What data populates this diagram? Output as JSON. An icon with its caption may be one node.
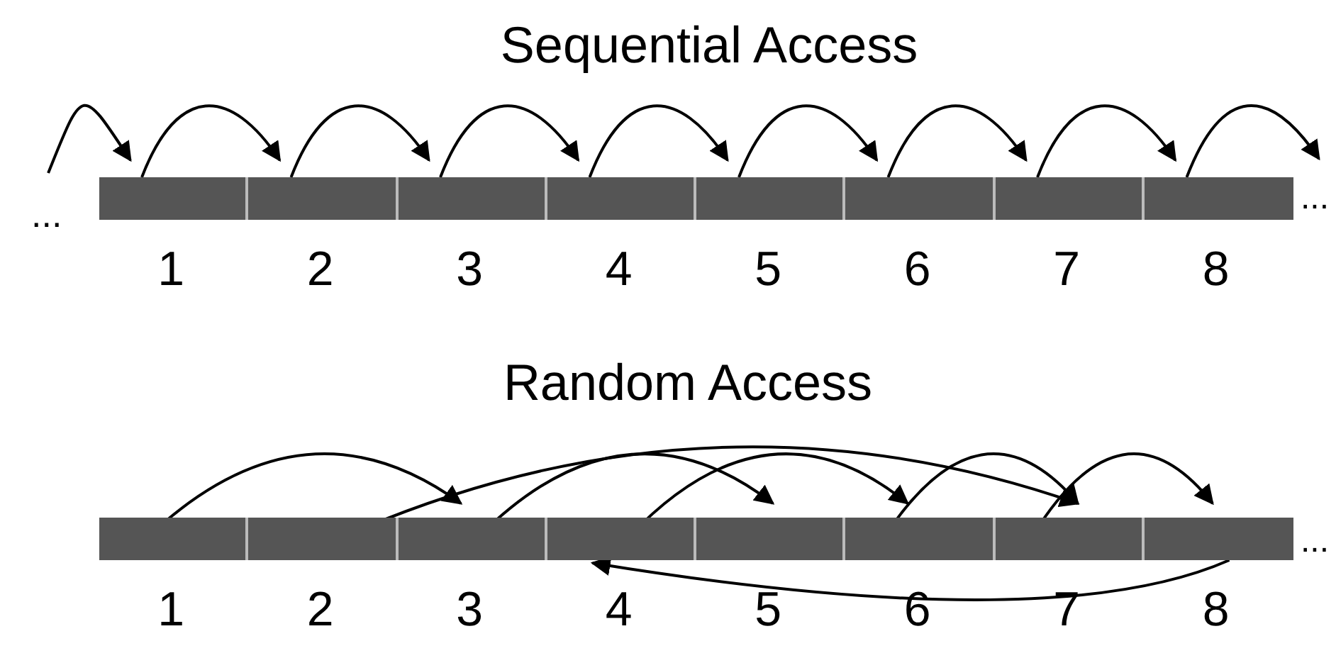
{
  "diagram": {
    "nodes": [
      {
        "text": [],
        "shape": "box",
        "beside": [
          "1"
        ]
      },
      {
        "text": [],
        "shape": "box",
        "beside": [
          "2"
        ]
      },
      {
        "text": [],
        "shape": "box",
        "beside": [
          "3"
        ]
      },
      {
        "text": [],
        "shape": "box",
        "beside": [
          "4"
        ]
      },
      {
        "text": [],
        "shape": "box",
        "beside": [
          "5"
        ]
      },
      {
        "text": [],
        "shape": "box",
        "beside": [
          "6"
        ]
      },
      {
        "text": [],
        "shape": "box",
        "beside": [
          "7"
        ]
      },
      {
        "text": [],
        "shape": "box",
        "beside": [
          "8"
        ]
      },
      {
        "text": [],
        "shape": "box",
        "beside": [
          "1"
        ]
      },
      {
        "text": [],
        "shape": "box",
        "beside": [
          "2"
        ]
      },
      {
        "text": [],
        "shape": "box",
        "beside": [
          "3"
        ]
      },
      {
        "text": [],
        "shape": "box",
        "beside": [
          "4"
        ]
      },
      {
        "text": [],
        "shape": "box",
        "beside": [
          "5"
        ]
      },
      {
        "text": [],
        "shape": "box",
        "beside": [
          "6"
        ]
      },
      {
        "text": [],
        "shape": "box",
        "beside": [
          "7"
        ]
      },
      {
        "text": [],
        "shape": "box",
        "beside": [
          "8"
        ]
      }
    ],
    "edges": [
      {
        "from": null,
        "to": 0,
        "arrow": "to"
      },
      {
        "from": 0,
        "to": 1,
        "arrow": "to"
      },
      {
        "from": 1,
        "to": 2,
        "arrow": "to"
      },
      {
        "from": 2,
        "to": 3,
        "arrow": "to"
      },
      {
        "from": 3,
        "to": 4,
        "arrow": "to"
      },
      {
        "from": 4,
        "to": 5,
        "arrow": "to"
      },
      {
        "from": 5,
        "to": 6,
        "arrow": "to"
      },
      {
        "from": 6,
        "to": 7,
        "arrow": "to"
      },
      {
        "from": 7,
        "to": null,
        "arrow": "to"
      },
      {
        "from": 8,
        "to": 10,
        "arrow": "to"
      },
      {
        "from": 9,
        "to": 14,
        "arrow": "to"
      },
      {
        "from": 10,
        "to": 12,
        "arrow": "to"
      },
      {
        "from": 11,
        "to": 13,
        "arrow": "to"
      },
      {
        "from": 13,
        "to": 14,
        "arrow": "to"
      },
      {
        "from": 14,
        "to": 15,
        "arrow": "to"
      },
      {
        "from": 15,
        "to": 11,
        "arrow": "to"
      }
    ],
    "labels": [
      "Sequential Access",
      "...",
      "...",
      "Random Access",
      "..."
    ]
  }
}
